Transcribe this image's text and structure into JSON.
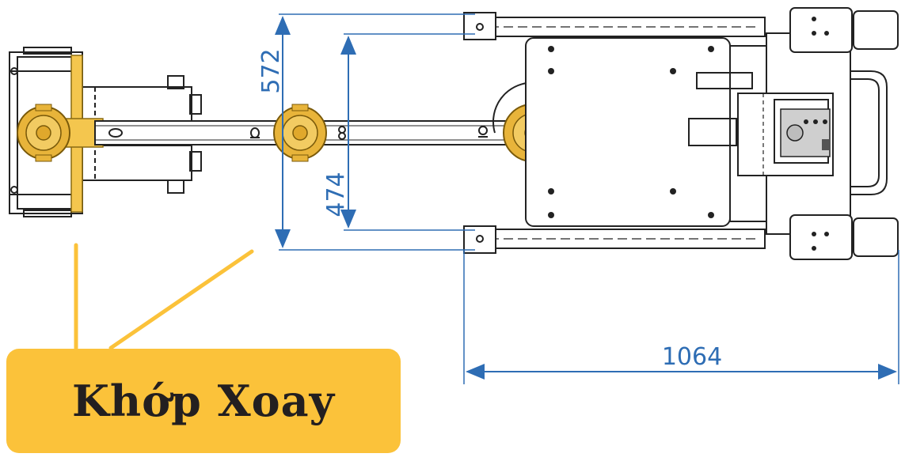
{
  "dimensions": {
    "overall_width": "572",
    "inner_width": "474",
    "length": "1064"
  },
  "callout": {
    "label": "Khớp Xoay"
  },
  "colors": {
    "dimension": "#2E6DB4",
    "accent": "#FBC23A",
    "joint": "#E8B43A",
    "outline": "#222222"
  }
}
